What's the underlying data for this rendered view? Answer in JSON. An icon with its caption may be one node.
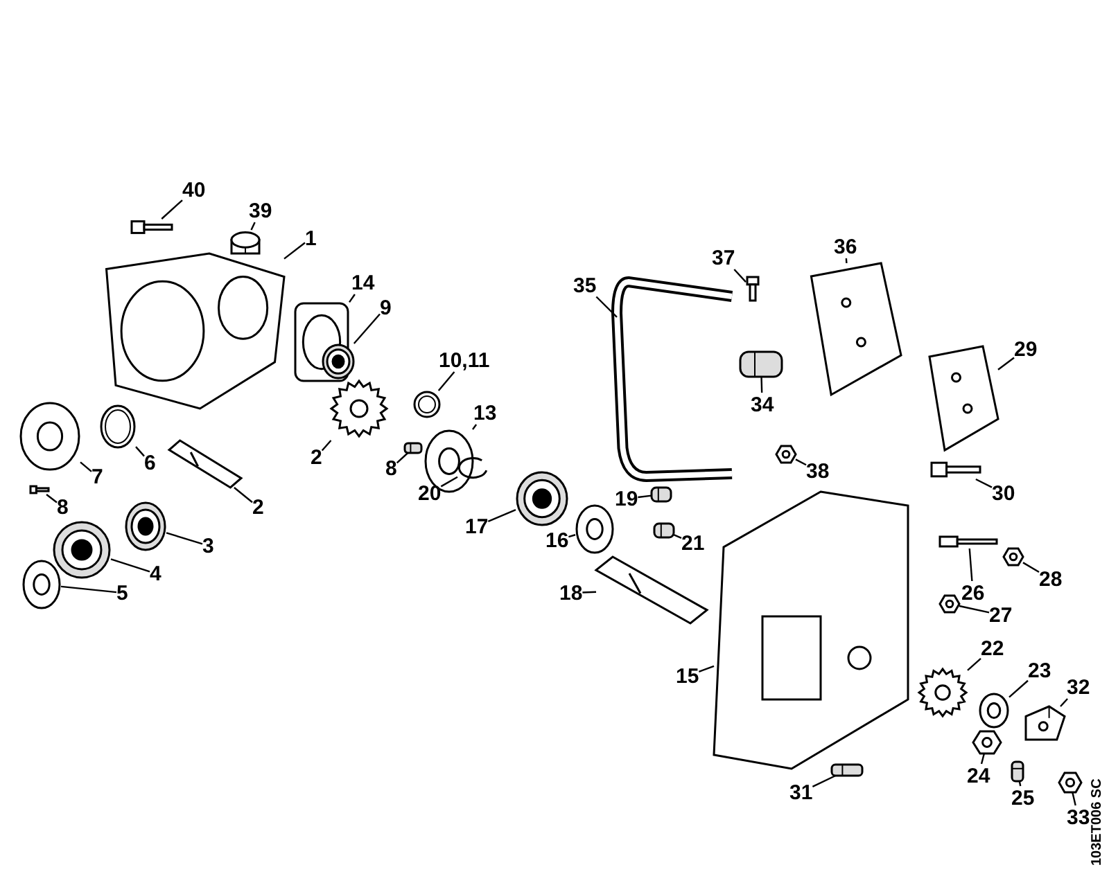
{
  "diagram": {
    "nodes": [
      {
        "text": [
          "40"
        ]
      },
      {
        "text": [],
        "shape": "picture"
      },
      {
        "text": [
          "39"
        ]
      },
      {
        "text": [],
        "shape": "picture"
      },
      {
        "text": [
          "1"
        ]
      },
      {
        "text": [],
        "shape": "picture"
      },
      {
        "text": [
          "14"
        ]
      },
      {
        "text": [],
        "shape": "picture"
      },
      {
        "text": [
          "9"
        ]
      },
      {
        "text": [],
        "shape": "picture"
      },
      {
        "text": [
          "10,11"
        ]
      },
      {
        "text": [],
        "shape": "picture"
      },
      {
        "text": [
          "13"
        ]
      },
      {
        "text": [],
        "shape": "picture"
      },
      {
        "text": [
          "2"
        ]
      },
      {
        "text": [],
        "shape": "picture"
      },
      {
        "text": [
          "8"
        ]
      },
      {
        "text": [],
        "shape": "picture"
      },
      {
        "text": [
          "6"
        ]
      },
      {
        "text": [],
        "shape": "picture"
      },
      {
        "text": [
          "7"
        ]
      },
      {
        "text": [],
        "shape": "picture"
      },
      {
        "text": [
          "8"
        ]
      },
      {
        "text": [],
        "shape": "picture"
      },
      {
        "text": [
          "2"
        ]
      },
      {
        "text": [],
        "shape": "picture"
      },
      {
        "text": [
          "3"
        ]
      },
      {
        "text": [],
        "shape": "picture"
      },
      {
        "text": [
          "4"
        ]
      },
      {
        "text": [],
        "shape": "picture"
      },
      {
        "text": [
          "5"
        ]
      },
      {
        "text": [],
        "shape": "picture"
      },
      {
        "text": [
          "20"
        ]
      },
      {
        "text": [],
        "shape": "picture"
      },
      {
        "text": [
          "17"
        ]
      },
      {
        "text": [],
        "shape": "picture"
      },
      {
        "text": [
          "16"
        ]
      },
      {
        "text": [],
        "shape": "picture"
      },
      {
        "text": [
          "19"
        ]
      },
      {
        "text": [],
        "shape": "picture"
      },
      {
        "text": [
          "21"
        ]
      },
      {
        "text": [],
        "shape": "picture"
      },
      {
        "text": [
          "18"
        ]
      },
      {
        "text": [],
        "shape": "picture"
      },
      {
        "text": [
          "35"
        ]
      },
      {
        "text": [],
        "shape": "picture"
      },
      {
        "text": [
          "37"
        ]
      },
      {
        "text": [],
        "shape": "picture"
      },
      {
        "text": [
          "36"
        ]
      },
      {
        "text": [],
        "shape": "picture"
      },
      {
        "text": [
          "34"
        ]
      },
      {
        "text": [],
        "shape": "picture"
      },
      {
        "text": [
          "29"
        ]
      },
      {
        "text": [],
        "shape": "picture"
      },
      {
        "text": [
          "38"
        ]
      },
      {
        "text": [],
        "shape": "picture"
      },
      {
        "text": [
          "30"
        ]
      },
      {
        "text": [],
        "shape": "picture"
      },
      {
        "text": [
          "28"
        ]
      },
      {
        "text": [],
        "shape": "picture"
      },
      {
        "text": [
          "26"
        ]
      },
      {
        "text": [],
        "shape": "picture"
      },
      {
        "text": [
          "27"
        ]
      },
      {
        "text": [],
        "shape": "picture"
      },
      {
        "text": [
          "15"
        ]
      },
      {
        "text": [],
        "shape": "picture"
      },
      {
        "text": [
          "22"
        ]
      },
      {
        "text": [],
        "shape": "picture"
      },
      {
        "text": [
          "23"
        ]
      },
      {
        "text": [],
        "shape": "picture"
      },
      {
        "text": [
          "32"
        ]
      },
      {
        "text": [],
        "shape": "picture"
      },
      {
        "text": [
          "24"
        ]
      },
      {
        "text": [],
        "shape": "picture"
      },
      {
        "text": [
          "25"
        ]
      },
      {
        "text": [],
        "shape": "picture"
      },
      {
        "text": [
          "33"
        ]
      },
      {
        "text": [],
        "shape": "picture"
      },
      {
        "text": [
          "31"
        ]
      },
      {
        "text": [],
        "shape": "picture"
      }
    ],
    "edges": [
      {
        "from": 0,
        "to": 1,
        "arrow": "none"
      },
      {
        "from": 2,
        "to": 3,
        "arrow": "none"
      },
      {
        "from": 4,
        "to": 5,
        "arrow": "none"
      },
      {
        "from": 6,
        "to": 7,
        "arrow": "none"
      },
      {
        "from": 8,
        "to": 9,
        "arrow": "none"
      },
      {
        "from": 10,
        "to": 11,
        "arrow": "none"
      },
      {
        "from": 12,
        "to": 13,
        "arrow": "none"
      },
      {
        "from": 14,
        "to": 15,
        "arrow": "none"
      },
      {
        "from": 16,
        "to": 17,
        "arrow": "none"
      },
      {
        "from": 18,
        "to": 19,
        "arrow": "none"
      },
      {
        "from": 20,
        "to": 21,
        "arrow": "none"
      },
      {
        "from": 22,
        "to": 23,
        "arrow": "none"
      },
      {
        "from": 24,
        "to": 25,
        "arrow": "none"
      },
      {
        "from": 26,
        "to": 27,
        "arrow": "none"
      },
      {
        "from": 28,
        "to": 29,
        "arrow": "none"
      },
      {
        "from": 30,
        "to": 31,
        "arrow": "none"
      },
      {
        "from": 32,
        "to": 33,
        "arrow": "none"
      },
      {
        "from": 34,
        "to": 35,
        "arrow": "none"
      },
      {
        "from": 36,
        "to": 37,
        "arrow": "none"
      },
      {
        "from": 38,
        "to": 39,
        "arrow": "none"
      },
      {
        "from": 40,
        "to": 41,
        "arrow": "none"
      },
      {
        "from": 42,
        "to": 43,
        "arrow": "none"
      },
      {
        "from": 44,
        "to": 45,
        "arrow": "none"
      },
      {
        "from": 46,
        "to": 47,
        "arrow": "none"
      },
      {
        "from": 48,
        "to": 49,
        "arrow": "none"
      },
      {
        "from": 50,
        "to": 51,
        "arrow": "none"
      },
      {
        "from": 52,
        "to": 53,
        "arrow": "none"
      },
      {
        "from": 54,
        "to": 55,
        "arrow": "none"
      },
      {
        "from": 56,
        "to": 57,
        "arrow": "none"
      },
      {
        "from": 58,
        "to": 59,
        "arrow": "none"
      },
      {
        "from": 60,
        "to": 61,
        "arrow": "none"
      },
      {
        "from": 62,
        "to": 63,
        "arrow": "none"
      },
      {
        "from": 64,
        "to": 65,
        "arrow": "none"
      },
      {
        "from": 66,
        "to": 67,
        "arrow": "none"
      },
      {
        "from": 68,
        "to": 69,
        "arrow": "none"
      },
      {
        "from": 70,
        "to": 71,
        "arrow": "none"
      },
      {
        "from": 72,
        "to": 73,
        "arrow": "none"
      },
      {
        "from": 74,
        "to": 75,
        "arrow": "none"
      },
      {
        "from": 76,
        "to": 77,
        "arrow": "none"
      },
      {
        "from": 78,
        "to": 79,
        "arrow": "none"
      }
    ],
    "labels": [
      "103ET006 SC"
    ]
  }
}
